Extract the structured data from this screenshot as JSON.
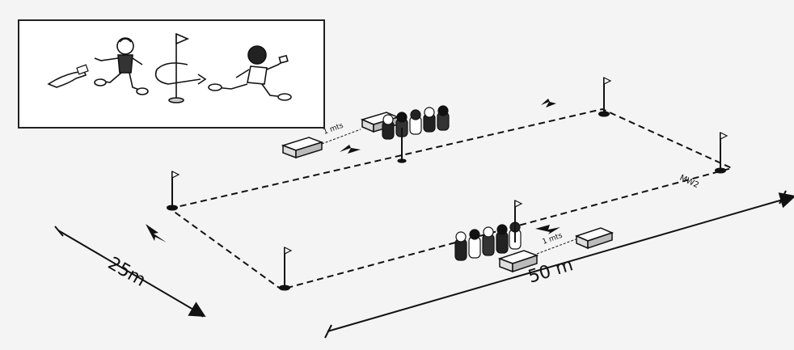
{
  "diagram": {
    "field_length_label": "50 m",
    "field_width_label": "25m",
    "gap_label_top": "1 mts",
    "gap_label_bottom": "1 mts",
    "corner_code": "MW2",
    "icons": {
      "inset": "baton-relay-exchange-illustration",
      "flag": "flag-post-icon",
      "arrow": "direction-arrow-icon",
      "box": "start-box-icon",
      "team": "runner-group-icon"
    },
    "colors": {
      "ink": "#111111",
      "paper": "#f4f4f4"
    }
  }
}
